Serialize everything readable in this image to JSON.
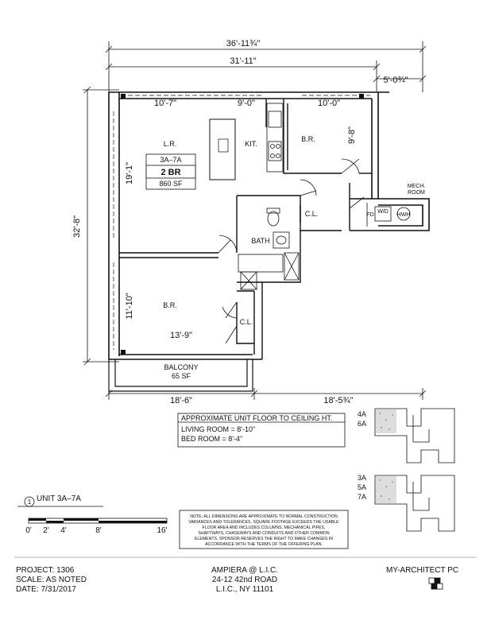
{
  "dimensions": {
    "overall_width": "36'-11¾\"",
    "main_width": "31'-11\"",
    "mech_width": "5'-0¾\"",
    "height_total": "32'-8\"",
    "lr_width": "10'-7\"",
    "kit_width": "9'-0\"",
    "br1_width": "10'-0\"",
    "br1_depth": "9'-8\"",
    "lr_depth": "19'-1\"",
    "br2_depth": "11'-10\"",
    "br2_width": "13'-9\"",
    "bottom_left": "18'-6\"",
    "bottom_right": "18'-5¾\""
  },
  "rooms": {
    "living_room": "L.R.",
    "kitchen": "KIT.",
    "bedroom_1": "B.R.",
    "bedroom_2": "B.R.",
    "closet_1": "C.L.",
    "closet_2": "C.L.",
    "bath": "BATH",
    "mech_line1": "MECH.",
    "mech_line2": "ROOM",
    "fd": "FD",
    "wd": "W/D",
    "hwh": "HWH",
    "balcony": "BALCONY",
    "balcony_area": "65 SF"
  },
  "unit_box": {
    "unit": "3A–7A",
    "type": "2 BR",
    "area": "860 SF"
  },
  "ceiling": {
    "title": "APPROXIMATE UNIT FLOOR TO CEILING HT.",
    "living": "LIVING ROOM = 8'-10\"",
    "bedroom": "BED ROOM = 8'-4\""
  },
  "key_plans": {
    "upper": [
      "4A",
      "6A"
    ],
    "lower": [
      "3A",
      "5A",
      "7A"
    ]
  },
  "unit_title": {
    "number": "1",
    "label": "UNIT 3A–7A"
  },
  "scale_bar": {
    "ticks": [
      "0'",
      "2'",
      "4'",
      "8'",
      "16'"
    ]
  },
  "note": [
    "NOTE: ALL DIMENSIONS ARE APPROXIMATE TO NORMAL CONSTRUCTION",
    "VARIANCES AND TOLERANCES. SQUARE FOOTAGE EXCEEDS THE USABLE",
    "FLOOR AREA AND INCLUDES COLUMNS, MECHANICAL PIPES,",
    "SHAFTWAYS, CHASEWAYS AND CONDUITS AND OTHER COMMON",
    "ELEMENTS. SPONSOR RESERVES THE RIGHT TO MAKE CHANGES IN",
    "ACCORDANCE WITH THE TERMS OF THE OFFERING PLAN."
  ],
  "footer": {
    "project": "PROJECT: 1306",
    "scale": "SCALE: AS NOTED",
    "date": "DATE: 7/31/2017",
    "name": "AMPIERA @ L.I.C.",
    "address1": "24-12 42nd ROAD",
    "address2": "L.I.C., NY 11101",
    "architect": "MY-ARCHITECT PC"
  }
}
